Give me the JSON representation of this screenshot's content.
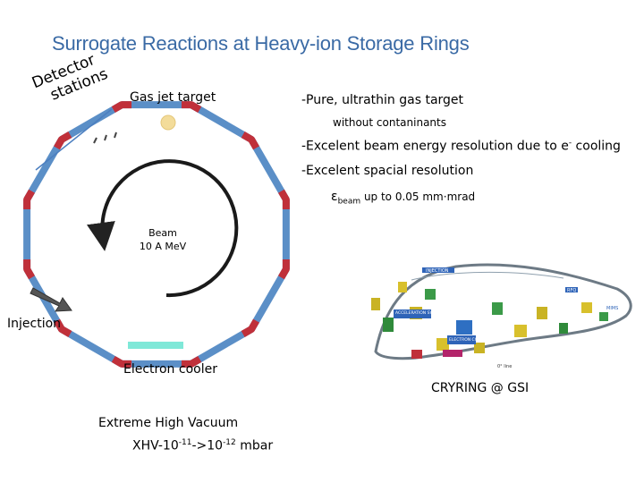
{
  "title": "Surrogate Reactions at Heavy-ion Storage Rings",
  "detector_stations": {
    "line1": "Detector",
    "line2": "stations"
  },
  "gas_jet_target": "Gas jet target",
  "beam": {
    "line1": "Beam",
    "line2": "10 A MeV"
  },
  "injection": "Injection",
  "electron_cooler": "Electron cooler",
  "vacuum": {
    "line1": "Extreme High Vacuum",
    "prefix": "XHV-10",
    "exp1": "-11",
    "middle": "->10",
    "exp2": "-12",
    "suffix": " mbar"
  },
  "bullets": {
    "b1": "-Pure, ultrathin gas target",
    "b1_sub": "without contaninants",
    "b2_main": "-Excelent beam energy resolution due to e",
    "b2_sup": "-",
    "b2_end": " cooling",
    "b3": "-Excelent spacial resolution",
    "b3_eps": "ε",
    "b3_sub": "beam",
    "b3_rest": " up to 0.05 mm·mrad"
  },
  "photo": {
    "injection": "INJECTION",
    "rfq": "RFQ",
    "acceleration_system": "ACCELERATION SYSTEM",
    "electron_cooler": "ELECTRON COOLER",
    "mims": "MIMS",
    "zero_deg_line": "0° line"
  },
  "caption": "CRYRING @ GSI",
  "colors": {
    "title": "#3a6aa5",
    "ring_segment": "#5b8fc7",
    "ring_magnet": "#c0303a",
    "cooler": "#7fe8d8",
    "target": "#f3dc9a"
  }
}
